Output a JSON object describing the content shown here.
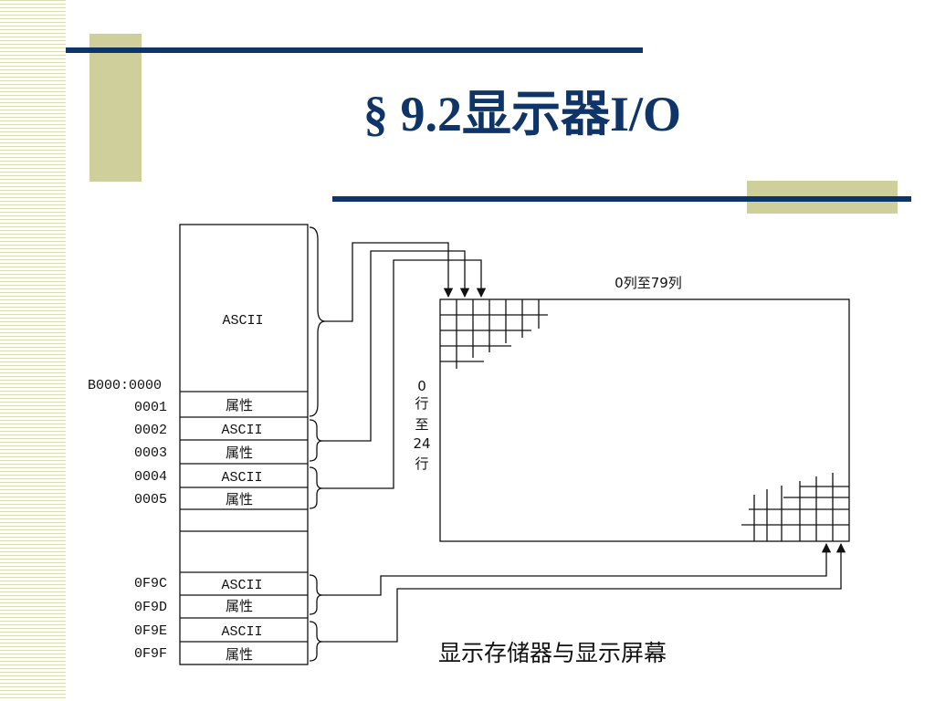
{
  "slide": {
    "title": "§ 9.2显示器I/O"
  },
  "memory": {
    "top_label": "ASCII",
    "addr_0": "B000:0000",
    "addr_1": "0001",
    "addr_2": "0002",
    "addr_3": "0003",
    "addr_4": "0004",
    "addr_5": "0005",
    "addr_6": "0F9C",
    "addr_7": "0F9D",
    "addr_8": "0F9E",
    "addr_9": "0F9F",
    "cell_1": "属性",
    "cell_2": "ASCII",
    "cell_3": "属性",
    "cell_4": "ASCII",
    "cell_5": "属性",
    "cell_6": "ASCII",
    "cell_7": "属性",
    "cell_8": "ASCII",
    "cell_9": "属性"
  },
  "screen": {
    "columns_label": "0列至79列",
    "rows_label": [
      "0",
      "行",
      "至",
      "24",
      "行"
    ]
  },
  "caption": "显示存储器与显示屏幕",
  "colors": {
    "accent": "#0e3468",
    "deco": "#cfcf9c"
  }
}
